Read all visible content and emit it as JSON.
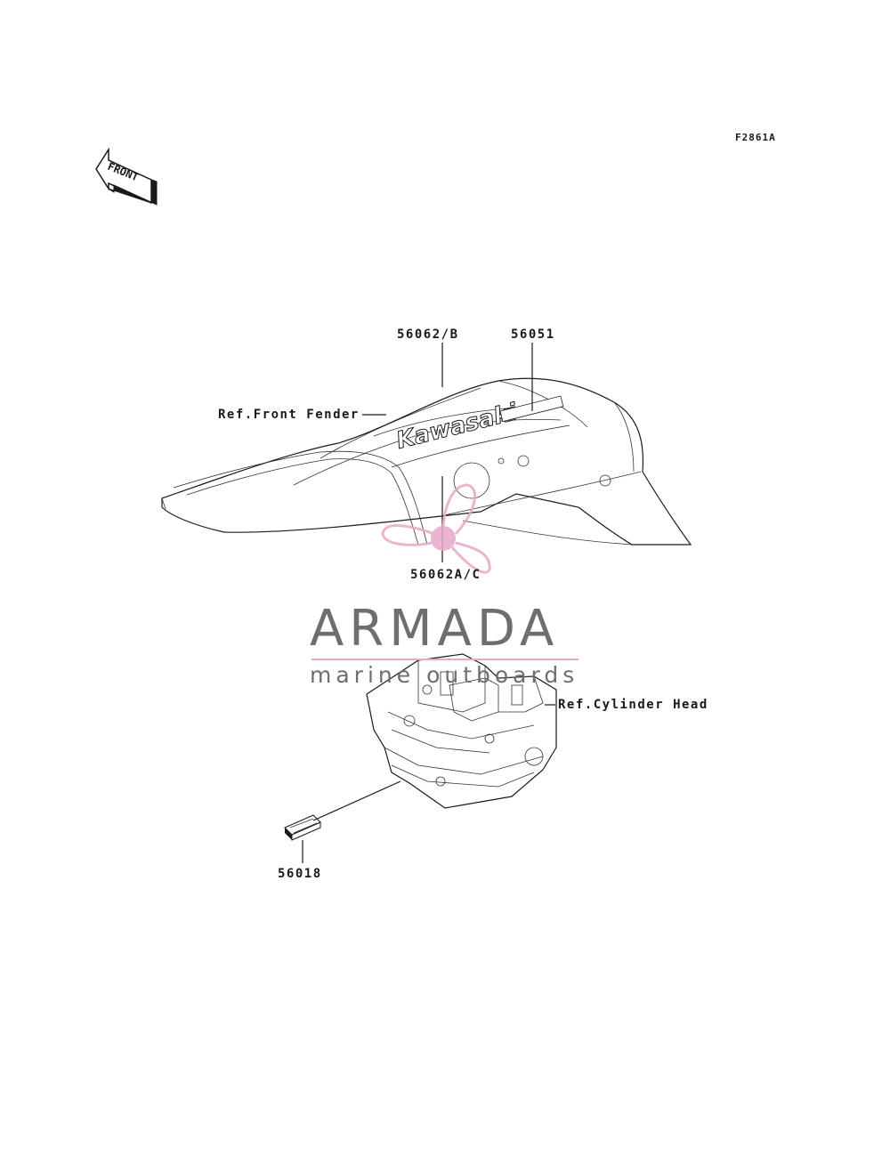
{
  "diagram_code": "F2861A",
  "front_label": "FRONT",
  "callouts": {
    "p56062b": "56062/B",
    "p56051": "56051",
    "ref_front_fender": "Ref.Front Fender",
    "p56062ac": "56062A/C",
    "ref_cylinder_head": "Ref.Cylinder Head",
    "p56018": "56018"
  },
  "fender_decal_text": "Kawasaki",
  "watermark": {
    "title": "ARMADA",
    "subtitle": "marine outboards",
    "color": "#6e6e6e",
    "logo_color": "#e8a9c9"
  }
}
